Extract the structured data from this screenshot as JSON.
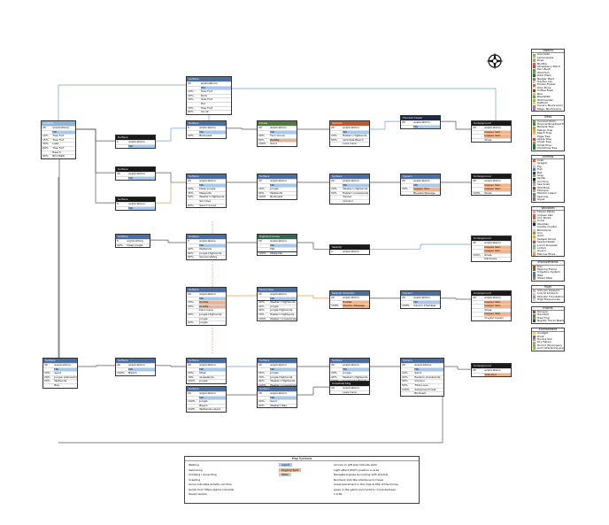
{
  "nodes": [
    {
      "title": "Surface",
      "hdr": "#8fb3d9",
      "rows": [
        [
          "25",
          "explorations"
        ],
        [
          "",
          "Hill"
        ],
        [
          "10%",
          "Tree Fort"
        ],
        [
          "15%",
          "Tree Fort"
        ],
        [
          "30%",
          "Lake"
        ],
        [
          "60%",
          "Tree Fort"
        ],
        [
          "",
          "Beach"
        ],
        [
          "90%",
          "Bird Bath"
        ]
      ]
    },
    {
      "title": "Surface",
      "hdr": "#1a1a1a",
      "rows": [
        [
          "1",
          "explorations"
        ],
        [
          "",
          "Hill"
        ]
      ]
    },
    {
      "title": "Surface",
      "hdr": "#1a1a1a",
      "rows": [
        [
          "15",
          "explorations"
        ],
        [
          "",
          "Hill"
        ]
      ]
    },
    {
      "title": "Surface",
      "hdr": "#1a1a1a",
      "rows": [
        [
          "5",
          "explorations"
        ],
        [
          "",
          "Hill"
        ]
      ]
    },
    {
      "title": "Surface",
      "hdr": "#4a6fa5",
      "rows": [
        [
          "20",
          "explorations"
        ],
        [
          "",
          "Hill"
        ],
        [
          "10%",
          "Tree Fort"
        ],
        [
          "20%",
          "Rock"
        ],
        [
          "30%",
          "Tree Fort"
        ],
        [
          "",
          "Hill"
        ],
        [
          "70%",
          "Tree Fort"
        ],
        [
          "80%",
          "Scrub"
        ]
      ]
    },
    {
      "title": "Surface",
      "hdr": "#4a6fa5",
      "rows": [
        [
          "5",
          "explorations"
        ],
        [
          "",
          "Hill"
        ],
        [
          "20%",
          "Birdsnest"
        ]
      ]
    },
    {
      "title": "Surface",
      "hdr": "#4a6fa5",
      "rows": [
        [
          "25",
          "explorations"
        ],
        [
          "",
          "Hill"
        ],
        [
          "20%",
          "Deep Jungle"
        ],
        [
          "35%",
          "Mesquite"
        ],
        [
          "50%",
          "Western Highlands"
        ],
        [
          "",
          "Ski Cave"
        ],
        [
          "60%",
          "Sword Grove"
        ]
      ]
    },
    {
      "title": "Surface",
      "hdr": "#4a6fa5",
      "rows": [
        [
          "5",
          "explorations"
        ],
        [
          "20%",
          "Deep Jungle"
        ]
      ]
    },
    {
      "title": "Surface",
      "hdr": "#4a6fa5",
      "rows": [
        [
          "5",
          "explorations"
        ],
        [
          "",
          "Hill"
        ],
        [
          "40%",
          "Wetlands"
        ],
        [
          "60%",
          "Jungle Highlands"
        ],
        [
          "80%",
          "Sacred Valley"
        ]
      ]
    },
    {
      "title": "Surface",
      "hdr": "#4a6fa5",
      "rows": [
        [
          "20",
          "explorations"
        ],
        [
          "",
          "Hill"
        ],
        [
          "10%",
          "Puddle"
        ],
        [
          "20%",
          "Puddle"
        ],
        [
          "",
          "Dark Cave"
        ],
        [
          "50%",
          "Jungle Highlands"
        ],
        [
          "",
          "Jungle"
        ],
        [
          "90%",
          "Jungle"
        ]
      ]
    },
    {
      "title": "Surface",
      "hdr": "#4a6fa5",
      "rows": [
        [
          "30",
          "explorations"
        ],
        [
          "",
          "Hill"
        ],
        [
          "10%",
          "Sand"
        ],
        [
          "20%",
          "Jungle (Ashokeh)"
        ],
        [
          "50%",
          "Wetlands"
        ],
        [
          "",
          "Bay"
        ]
      ]
    },
    {
      "title": "Surface",
      "hdr": "#4a6fa5",
      "rows": [
        [
          "20",
          "explorations"
        ],
        [
          "",
          "Hill"
        ],
        [
          "100%",
          "Beach"
        ]
      ]
    },
    {
      "title": "Surface",
      "hdr": "#4a6fa5",
      "rows": [
        [
          "20",
          "explorations"
        ],
        [
          "",
          "Hill"
        ],
        [
          "20%",
          "Moss"
        ],
        [
          "70%",
          "Grasslands"
        ],
        [
          "100%",
          "Jungle"
        ]
      ]
    },
    {
      "title": "Surface",
      "hdr": "#4a6fa5",
      "rows": [
        [
          "20",
          "explorations"
        ],
        [
          "",
          "Hill"
        ],
        [
          "100%",
          "Jungle"
        ],
        [
          "",
          "Beach"
        ],
        [
          "100%",
          "Wetlands Lizard"
        ]
      ]
    },
    {
      "title": "Surface",
      "hdr": "#4a6fa5",
      "rows": [
        [
          "20",
          "explorations"
        ],
        [
          "",
          "Hill"
        ],
        [
          "20%",
          "Mesquite"
        ],
        [
          "20%",
          "Moss"
        ],
        [
          "80%",
          "Grasslands"
        ],
        [
          "100%",
          "Jungle"
        ]
      ]
    },
    {
      "title": "Forest",
      "hdr": "#4e7d3a",
      "rows": [
        [
          "20",
          "explorations"
        ],
        [
          "",
          "Hill"
        ],
        [
          "20%",
          "Fern Grove"
        ],
        [
          "60%",
          "Puddle"
        ],
        [
          "100%",
          "Sand"
        ]
      ]
    },
    {
      "title": "Surface",
      "hdr": "#4a6fa5",
      "rows": [
        [
          "20",
          "explorations"
        ],
        [
          "",
          "Hill"
        ],
        [
          "10%",
          "Jungle"
        ],
        [
          "50%",
          "Wetlands"
        ],
        [
          "100%",
          "Birdsnest"
        ]
      ]
    },
    {
      "title": "Surface",
      "hdr": "#4a6fa5",
      "rows": [
        [
          "20",
          "explorations"
        ],
        [
          "",
          "Hill"
        ],
        [
          "50%",
          "Jungle"
        ],
        [
          "100%",
          "Mesquite"
        ]
      ]
    },
    {
      "title": "Surface",
      "hdr": "#4a6fa5",
      "rows": [
        [
          "20",
          "explorations"
        ],
        [
          "",
          "Hill"
        ],
        [
          "10%",
          "Western Highlands"
        ],
        [
          "20%",
          "Jungle"
        ],
        [
          "40%",
          "Jungle Highlands"
        ],
        [
          "70%",
          "Eastern Highlands"
        ],
        [
          "100%",
          "Western Grasslands"
        ]
      ]
    },
    {
      "title": "Highland Grass",
      "hdr": "#2d6a4f",
      "rows": [
        [
          "20",
          "explorations"
        ],
        [
          "",
          "Hill"
        ],
        [
          "",
          "Hill"
        ]
      ]
    },
    {
      "title": "Sand Cave",
      "hdr": "#4a6fa5",
      "rows": [
        [
          "20",
          "explorations"
        ],
        [
          "",
          "Hill"
        ]
      ]
    },
    {
      "title": "Surface",
      "hdr": "#4a6fa5",
      "rows": [
        [
          "20",
          "explorations"
        ],
        [
          "",
          "Hill"
        ],
        [
          "50%",
          "Jungle"
        ],
        [
          "70%",
          "Jungle Highlands"
        ],
        [
          "90%",
          "Western Highlands"
        ],
        [
          "100%",
          "Western Grasslands"
        ]
      ]
    },
    {
      "title": "Surface",
      "hdr": "#4a6fa5",
      "rows": [
        [
          "20",
          "explorations"
        ],
        [
          "",
          "Hill"
        ],
        [
          "20%",
          "Sand"
        ],
        [
          "50%",
          "Western Bay"
        ]
      ]
    },
    {
      "title": "Volcano",
      "hdr": "#c0582a",
      "rows": [
        [
          "20",
          "explorations"
        ],
        [
          "",
          "Hill"
        ],
        [
          "10%",
          "Eastern Highlands"
        ],
        [
          "50%",
          "Ginkdale Beach"
        ],
        [
          "",
          "Lava Cave"
        ]
      ]
    },
    {
      "title": "Surface",
      "hdr": "#4a6fa5",
      "rows": [
        [
          "20",
          "explorations"
        ],
        [
          "",
          "Hill"
        ],
        [
          "20%",
          "Western Highlands"
        ],
        [
          "50%",
          "Eastern Grasslands"
        ],
        [
          "",
          "Tunnel"
        ],
        [
          "",
          "Volcano"
        ]
      ]
    },
    {
      "title": "Swamp",
      "hdr": "#1a1a1a",
      "rows": [
        [
          "1",
          "explorations"
        ]
      ]
    },
    {
      "title": "Swamp Chamber",
      "hdr": "#4a6fa5",
      "rows": [
        [
          "20",
          "explorations"
        ],
        [
          "",
          "Puddle"
        ],
        [
          "100%",
          "Monitor Passage"
        ]
      ]
    },
    {
      "title": "Surface",
      "hdr": "#4a6fa5",
      "rows": [
        [
          "20",
          "explorations"
        ],
        [
          "",
          "Hill"
        ],
        [
          "20%",
          "Jungle"
        ],
        [
          "40%",
          "Western Highlands"
        ],
        [
          "100%",
          "Sandscape Beach"
        ]
      ]
    },
    {
      "title": "Crosshatching",
      "hdr": "#1a1a1a",
      "rows": [
        [
          "20",
          "explorations"
        ],
        [
          "",
          "Lava Cave"
        ]
      ]
    },
    {
      "title": "Flooded Caves",
      "hdr": "#1a2a4a",
      "rows": [
        [
          "20",
          "explorations"
        ],
        [
          "",
          "Hill"
        ]
      ]
    },
    {
      "title": "Cavern",
      "hdr": "#4a6fa5",
      "rows": [
        [
          "20",
          "explorations"
        ],
        [
          "",
          "Hill"
        ],
        [
          "20%",
          "Copper Vein"
        ],
        [
          "",
          "Bluetail Passage"
        ]
      ]
    },
    {
      "title": "Cavern",
      "hdr": "#4a6fa5",
      "rows": [
        [
          "20",
          "explorations"
        ],
        [
          "",
          "Hill"
        ],
        [
          "100%",
          "Cavern Chamber"
        ]
      ]
    },
    {
      "title": "Cavern",
      "hdr": "#4a6fa5",
      "rows": [
        [
          "20",
          "explorations"
        ],
        [
          "",
          "Hill"
        ],
        [
          "10%",
          "Sand"
        ],
        [
          "20%",
          "Eastern Grasslands"
        ],
        [
          "30%",
          "Volcano"
        ],
        [
          "50%",
          "Total Lava"
        ],
        [
          "100%",
          "Ashgrove Forest"
        ],
        [
          "",
          "Birdnest"
        ]
      ]
    },
    {
      "title": "Underground",
      "hdr": "#1a1a1a",
      "rows": [
        [
          "20",
          "explorations"
        ],
        [
          "",
          "Copper Vein"
        ],
        [
          "",
          "Copper Vein"
        ],
        [
          "",
          "Shale"
        ]
      ]
    },
    {
      "title": "Underground",
      "hdr": "#1a1a1a",
      "rows": [
        [
          "20",
          "explorations"
        ],
        [
          "",
          "Copper Vein"
        ],
        [
          "",
          "Copper Vein"
        ],
        [
          "100%",
          "Shale"
        ]
      ]
    },
    {
      "title": "Underground",
      "hdr": "#1a1a1a",
      "rows": [
        [
          "20",
          "explorations"
        ],
        [
          "",
          "Copper Vein"
        ],
        [
          "",
          "Copper Vein"
        ],
        [
          "100%",
          "Shale"
        ],
        [
          "",
          "Darkness"
        ]
      ]
    },
    {
      "title": "Underground",
      "hdr": "#1a1a1a",
      "rows": [
        [
          "20",
          "explorations"
        ],
        [
          "",
          "Copper Vein"
        ],
        [
          "",
          "Copper Vein"
        ],
        [
          "",
          "Shale"
        ],
        [
          "",
          "Copper Vein"
        ],
        [
          "",
          "Crystal Cavern"
        ]
      ]
    },
    {
      "title": "Underground",
      "hdr": "#1a1a1a",
      "rows": [
        [
          "20",
          "explorations"
        ],
        [
          "",
          "Tide Pool"
        ]
      ]
    }
  ],
  "legend": [
    {
      "title": "Objects",
      "items": [
        [
          "Aria Cello",
          "#7ab870"
        ],
        [
          "Lemongrass",
          "#b8d98a"
        ],
        [
          "Rose",
          "#e08080"
        ],
        [
          "Bonfire",
          "#c26b3a"
        ],
        [
          "Strawberry Patch",
          "#d04050"
        ],
        [
          "Fern Bush",
          "#5a9a50"
        ],
        [
          "Wild Fern",
          "#6aa860"
        ],
        [
          "Dark Plant",
          "#3d5a3d"
        ],
        [
          "Badger Plant",
          "#8a7a60"
        ],
        [
          "Garden Lily",
          "#e0c0d0"
        ],
        [
          "Ember Flower",
          "#d86a30"
        ],
        [
          "Dino Bone",
          "#e8e0c8"
        ],
        [
          "Coffee Bush",
          "#6a4a30"
        ],
        [
          "Bee",
          "#e0c040"
        ],
        [
          "Beanstalk",
          "#70a050"
        ],
        [
          "Wild Garden",
          "#90b870"
        ],
        [
          "Daffodil",
          "#f0d050"
        ],
        [
          "Cavern Mushrooms",
          "#a08070"
        ],
        [
          "Magic Mushrooms",
          "#b070c0"
        ]
      ]
    },
    {
      "title": "Trees",
      "items": [
        [
          "Coconut Palm",
          "#6a9a50"
        ],
        [
          "Tropical Broadleaf Tree",
          "#4a8a40"
        ],
        [
          "Banana Tree",
          "#8ab050"
        ],
        [
          "Mango Tree",
          "#e0a040"
        ],
        [
          "Peach Tree",
          "#f0b090"
        ],
        [
          "Eggs Tree",
          "#f0e8d0"
        ],
        [
          "Apple Tree",
          "#d04040"
        ],
        [
          "Small Tree",
          "#70a060"
        ],
        [
          "Small Pine",
          "#3a6a40"
        ],
        [
          "Christmas Tree",
          "#2a7a3a"
        ]
      ]
    },
    {
      "title": "Animals",
      "items": [
        [
          "Crab",
          "#d06040"
        ],
        [
          "Seagull",
          "#e0e0e0"
        ],
        [
          "Pig",
          "#f0b0b0"
        ],
        [
          "Fish",
          "#5080c0"
        ],
        [
          "Bat",
          "#404040"
        ],
        [
          "Slug",
          "#a09060"
        ],
        [
          "Spider",
          "#202020"
        ],
        [
          "Anchovy",
          "#7090b0"
        ],
        [
          "Sea Snail",
          "#c0a080"
        ],
        [
          "Wild Boar",
          "#705040"
        ],
        [
          "Monique",
          "#c090a0"
        ],
        [
          "Monitor Lizard",
          "#709050"
        ],
        [
          "Sparrow",
          "#a08060"
        ],
        [
          "Squid",
          "#8060a0"
        ]
      ]
    },
    {
      "title": "Valuables",
      "items": [
        [
          "Flower Petals",
          "#f0a0c0"
        ],
        [
          "Copper Vein",
          "#c07040"
        ],
        [
          "Iron Rocks",
          "#808080"
        ],
        [
          "Coral",
          "#f08070"
        ],
        [
          "Obsidian",
          "#202030"
        ],
        [
          "Calcite Crystal",
          "#e0e0f0"
        ],
        [
          "Brimstone",
          "#e0d040"
        ],
        [
          "Iron",
          "#909090"
        ],
        [
          "Gold",
          "#e0b030"
        ],
        [
          "Seagull Ghost",
          "#d0d0e0"
        ],
        [
          "Seared Pellet",
          "#a06040"
        ],
        [
          "Lunch Droplets",
          "#80b0e0"
        ],
        [
          "Lichen",
          "#a0c070"
        ],
        [
          "Guano",
          "#d0c8a0"
        ],
        [
          "Marrow Hives",
          "#c0a060"
        ]
      ]
    },
    {
      "title": "Improvements",
      "items": [
        [
          "Kiln",
          "#a05030"
        ],
        [
          "Tapping Frame",
          "#806040"
        ],
        [
          "Irrigation System",
          "#5080b0"
        ],
        [
          "Well",
          "#607080"
        ],
        [
          "Totem Pillar",
          "#a08050"
        ]
      ]
    },
    {
      "title": "Rugs",
      "items": [
        [
          "Slim pin blossom",
          "#e0a0b0"
        ],
        [
          "Low Lil blossom",
          "#d0c0e0"
        ],
        [
          "Monster Foundation",
          "#a0a0a0"
        ],
        [
          "High Frequencies",
          "#c0d0f0"
        ]
      ]
    },
    {
      "title": "Insects",
      "items": [
        [
          "Dengue",
          "#c04040"
        ],
        [
          "Haunted",
          "#806080"
        ],
        [
          "Tree Frog",
          "#60a050"
        ],
        [
          "Nightly Tracer Beetle",
          "#404060"
        ]
      ]
    },
    {
      "title": "Environment",
      "items": [
        [
          "Sunlight",
          "#f0d040"
        ],
        [
          "Dusk",
          "#806090"
        ],
        [
          "Tundra Soil",
          "#a09080"
        ],
        [
          "Dry Fallow",
          "#c0a070"
        ],
        [
          "Humid (Hydrogen)",
          "#70b0c0"
        ],
        [
          "Acid (Sterilizing grease)",
          "#90c040"
        ]
      ]
    }
  ],
  "key": {
    "title": "Map Symbols",
    "lines": [
      "Walking",
      "Swimming",
      "Climbing / Ascending",
      "Crawling",
      "Arrow indicates activity can flow",
      "Guide from https://game.com/wiki",
      "Saved Version"
    ],
    "swatches": [
      "Liquid",
      "Digging Spot",
      "Walls"
    ],
    "notes": [
      "Arrows on left side indicate exits",
      "Light effect (EXIT) position in area",
      "Navigate bypass by looking with shadow",
      "Numbers indicate intentions to travel",
      "Areas placement in the map & title of the biome",
      "gives in the game and model's connectedness",
      "1.0.8a"
    ]
  },
  "colors": {
    "link": "#555555",
    "swim": "#6f9fd8",
    "climb": "#e39a52"
  }
}
